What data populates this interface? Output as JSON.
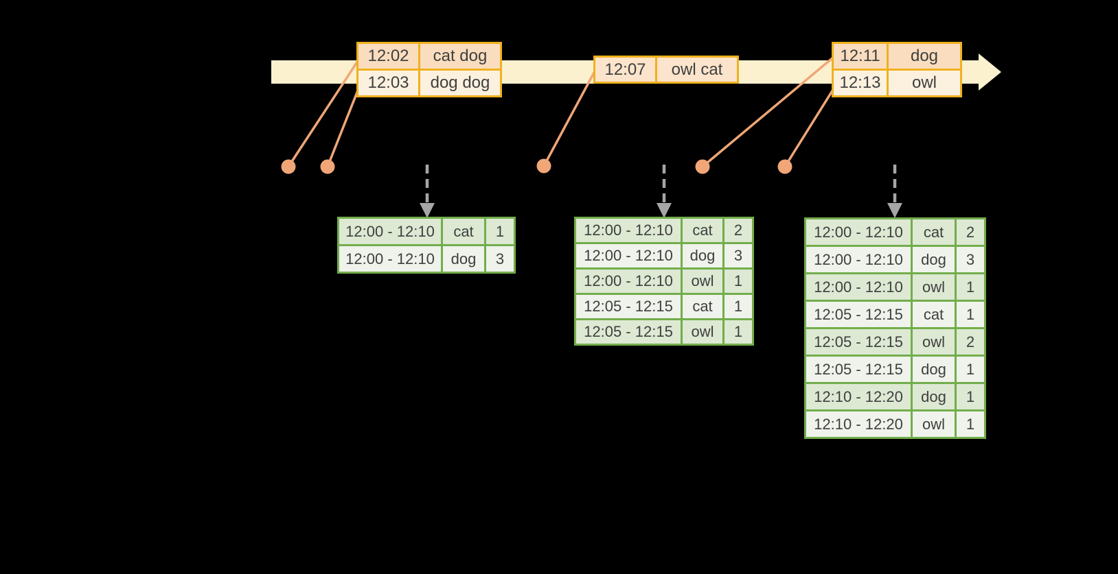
{
  "colors": {
    "background": "#000000",
    "timeline_fill": "#FCF1CF",
    "gold_border": "#EFB11E",
    "peach_row": "#FADDBE",
    "cream_row": "#FCF1DF",
    "peach_mid_row": "#FBE4CB",
    "salmon": "#F0A677",
    "arrow_gray": "#A6A6A6",
    "green_border": "#72AD4B",
    "green_row_dark": "#DDE9D3",
    "green_row_light": "#EFF3EB",
    "text": "#3F3F3F"
  },
  "timeline": {
    "event_tables": [
      {
        "rows": [
          {
            "time": "12:02",
            "words": "cat dog"
          },
          {
            "time": "12:03",
            "words": "dog dog"
          }
        ]
      },
      {
        "rows": [
          {
            "time": "12:07",
            "words": "owl cat"
          }
        ]
      },
      {
        "rows": [
          {
            "time": "12:11",
            "words": "dog"
          },
          {
            "time": "12:13",
            "words": "owl"
          }
        ]
      }
    ]
  },
  "result_tables": [
    {
      "rows": [
        {
          "window": "12:00 - 12:10",
          "word": "cat",
          "count": "1"
        },
        {
          "window": "12:00 - 12:10",
          "word": "dog",
          "count": "3"
        }
      ]
    },
    {
      "rows": [
        {
          "window": "12:00 - 12:10",
          "word": "cat",
          "count": "2"
        },
        {
          "window": "12:00 - 12:10",
          "word": "dog",
          "count": "3"
        },
        {
          "window": "12:00 - 12:10",
          "word": "owl",
          "count": "1"
        },
        {
          "window": "12:05 - 12:15",
          "word": "cat",
          "count": "1"
        },
        {
          "window": "12:05 - 12:15",
          "word": "owl",
          "count": "1"
        }
      ]
    },
    {
      "rows": [
        {
          "window": "12:00 - 12:10",
          "word": "cat",
          "count": "2"
        },
        {
          "window": "12:00 - 12:10",
          "word": "dog",
          "count": "3"
        },
        {
          "window": "12:00 - 12:10",
          "word": "owl",
          "count": "1"
        },
        {
          "window": "12:05 - 12:15",
          "word": "cat",
          "count": "1"
        },
        {
          "window": "12:05 - 12:15",
          "word": "owl",
          "count": "2"
        },
        {
          "window": "12:05 - 12:15",
          "word": "dog",
          "count": "1"
        },
        {
          "window": "12:10 - 12:20",
          "word": "dog",
          "count": "1"
        },
        {
          "window": "12:10 - 12:20",
          "word": "owl",
          "count": "1"
        }
      ]
    }
  ]
}
